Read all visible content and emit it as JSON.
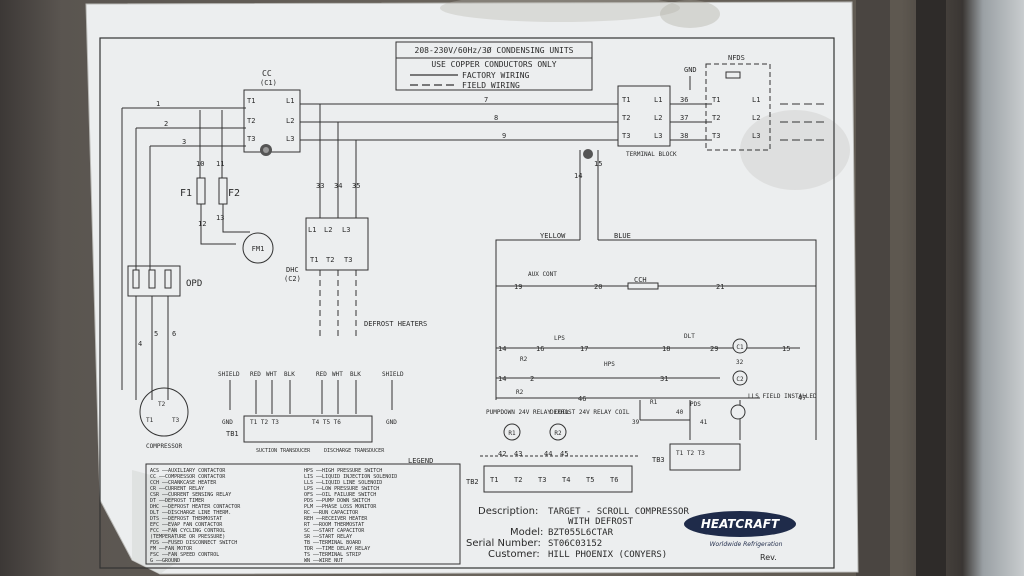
{
  "header": {
    "title": "208-230V/60Hz/3Ø CONDENSING UNITS",
    "note": "USE COPPER CONDUCTORS ONLY",
    "factory_wiring": "FACTORY WIRING",
    "field_wiring": "FIELD WIRING"
  },
  "components": {
    "cc": "CC",
    "cc_ref": "(C1)",
    "fuse1": "F1",
    "fuse2": "F2",
    "fan_motor": "FM1",
    "dhc": "DHC",
    "dhc_ref": "(C2)",
    "opd": "OPD",
    "compressor": "COMPRESSOR",
    "defrost_heaters": "DEFROST HEATERS",
    "terminal_block": "TERMINAL BLOCK",
    "nfds": "NFDS",
    "gnd": "GND",
    "suction": "SUCTION TRANSDUCER",
    "discharge": "DISCHARGE TRANSDUCER",
    "tb1": "TB1",
    "tb2": "TB2",
    "tb3": "TB3",
    "yellow": "YELLOW",
    "blue": "BLUE",
    "aux_cont": "AUX CONT",
    "cch": "CCH",
    "lps": "LPS",
    "hps": "HPS",
    "dlt": "DLT",
    "pds": "PDS",
    "lls_note": "LLS FIELD INSTALLED",
    "pumpdown": "PUMPDOWN 24V RELAY COIL",
    "defrost_coil": "DEFROST 24V RELAY COIL",
    "shield": "SHIELD",
    "red": "RED",
    "wht": "WHT",
    "blk": "BLK",
    "r1": "R1",
    "r2": "R2",
    "c1": "C1",
    "c2": "C2"
  },
  "legend": {
    "title": "LEGEND",
    "left": [
      "ACS ——AUXILIARY CONTACTOR",
      "CC ——COMPRESSOR CONTACTOR",
      "CCH ——CRANKCASE HEATER",
      "CR ——CURRENT RELAY",
      "CSR ——CURRENT SENSING RELAY",
      "DT ——DEFROST TIMER",
      "DHC ——DEFROST HEATER CONTACTOR",
      "DLT ——DISCHARGE LINE THERM.",
      "DTS ——DEFROST THERMOSTAT",
      "EFC ——EVAP FAN CONTACTOR",
      "FCC ——FAN CYCLING CONTROL",
      "   (TEMPERATURE OR PRESSURE)",
      "FDS ——FUSED DISCONNECT SWITCH",
      "FM ——FAN MOTOR",
      "FSC ——FAN SPEED CONTROL",
      "G ——GROUND"
    ],
    "right": [
      "HPS ——HIGH PRESSURE SWITCH",
      "LIS ——LIQUID INJECTION SOLENOID",
      "LLS ——LIQUID LINE SOLENOID",
      "LPS ——LOW PRESSURE SWITCH",
      "OFS ——OIL FAILURE SWITCH",
      "PDS ——PUMP DOWN SWITCH",
      "PLM ——PHASE LOSS MONITOR",
      "RC ——RUN CAPACITOR",
      "REH ——RECEIVER HEATER",
      "RT ——ROOM THERMOSTAT",
      "SC ——START CAPACITOR",
      "SR ——START RELAY",
      "TB ——TERMINAL BOARD",
      "TDR ——TIME DELAY RELAY",
      "TS ——TERMINAL STRIP",
      "WN ——WIRE NUT"
    ]
  },
  "title_block": {
    "description_label": "Description:",
    "description": "TARGET - SCROLL COMPRESSOR",
    "description2": "WITH DEFROST",
    "model_label": "Model:",
    "model": "BZT055L6CTAR",
    "serial_label": "Serial Number:",
    "serial": "ST06C03152",
    "customer_label": "Customer:",
    "customer": "HILL PHOENIX (CONYERS)",
    "brand": "HEATCRAFT",
    "brand_tag": "Worldwide Refrigeration",
    "rev": "Rev."
  }
}
